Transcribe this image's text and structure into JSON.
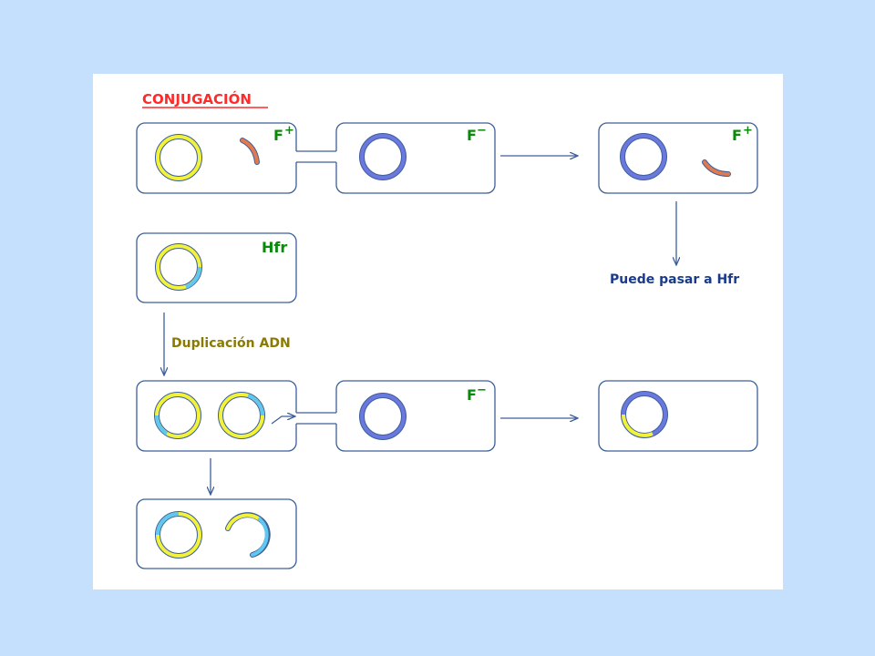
{
  "title": "CONJUGACIÓN",
  "labels": {
    "f_plus_1": "F",
    "f_plus_1_sup": "+",
    "f_minus_1": "F",
    "f_minus_1_sup": "−",
    "f_plus_2": "F",
    "f_plus_2_sup": "+",
    "hfr": "Hfr",
    "f_minus_2": "F",
    "f_minus_2_sup": "−"
  },
  "annotations": {
    "puede_pasar": "Puede pasar a Hfr",
    "duplicacion": "Duplicación ADN"
  },
  "colors": {
    "background": "#c4e0fc",
    "cell_border": "#3d5f99",
    "chromosome_yellow": "#f2f23a",
    "chromosome_blue": "#6a78e0",
    "plasmid_orange": "#e07a50",
    "hfr_segment_cyan": "#60c8f0"
  }
}
